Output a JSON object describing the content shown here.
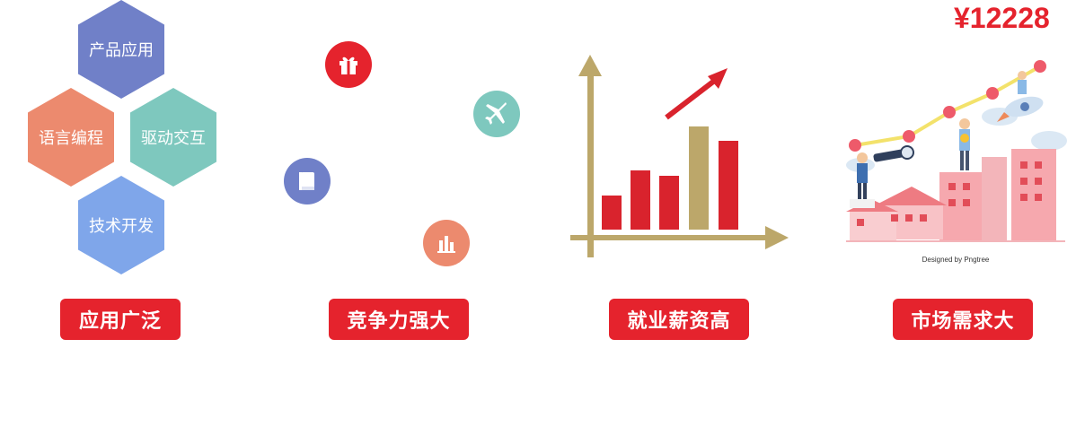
{
  "price": "¥12228",
  "hexagons": {
    "top": "产品应用",
    "left": "语言编程",
    "right": "驱动交互",
    "bottom": "技术开发"
  },
  "labels": [
    "应用广泛",
    "竞争力强大",
    "就业薪资高",
    "市场需求大"
  ],
  "illustration_credit": "Designed by Pngtree",
  "icons": [
    "gift-icon",
    "airplane-icon",
    "book-icon",
    "bar-chart-icon"
  ],
  "colors": {
    "accent_red": "#e5232d",
    "hex_blue": "#7080c8",
    "hex_salmon": "#ec8a6e",
    "hex_teal": "#7ec8be",
    "hex_lightblue": "#7fa6ea",
    "gold": "#bca76a"
  }
}
